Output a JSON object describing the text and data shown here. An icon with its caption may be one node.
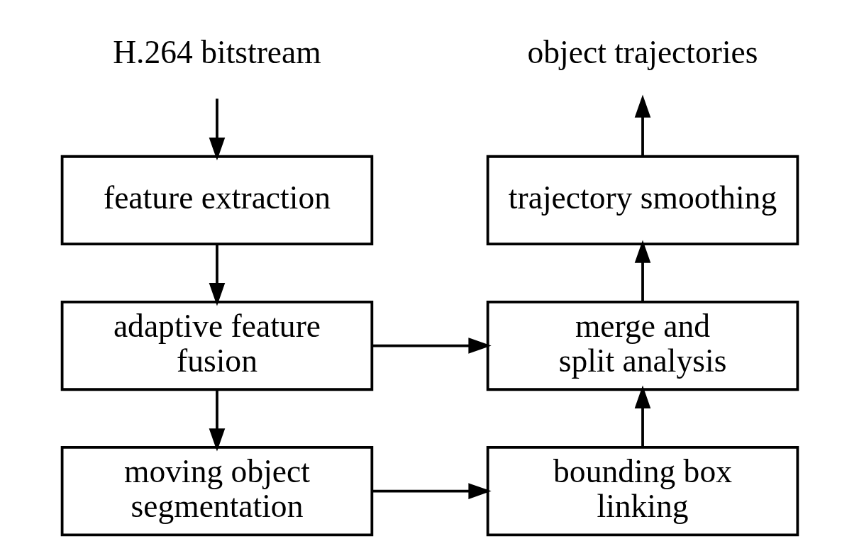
{
  "diagram": {
    "nodes": [
      {
        "text": [
          "H.264 bitstream"
        ]
      },
      {
        "text": [
          "feature extraction"
        ]
      },
      {
        "text": [
          "adaptive feature fusion"
        ]
      },
      {
        "text": [
          "moving object segmentation"
        ]
      },
      {
        "text": [
          "bounding box linking"
        ]
      },
      {
        "text": [
          "merge and split analysis"
        ]
      },
      {
        "text": [
          "trajectory smoothing"
        ]
      },
      {
        "text": [
          "object trajectories"
        ]
      }
    ],
    "edges": [
      {
        "from": 0,
        "to": 1,
        "arrow": "to"
      },
      {
        "from": 1,
        "to": 2,
        "arrow": "to"
      },
      {
        "from": 2,
        "to": 3,
        "arrow": "to"
      },
      {
        "from": 3,
        "to": 4,
        "arrow": "to"
      },
      {
        "from": 2,
        "to": 5,
        "arrow": "to"
      },
      {
        "from": 4,
        "to": 5,
        "arrow": "to"
      },
      {
        "from": 5,
        "to": 6,
        "arrow": "to"
      },
      {
        "from": 6,
        "to": 7,
        "arrow": "to"
      }
    ]
  }
}
